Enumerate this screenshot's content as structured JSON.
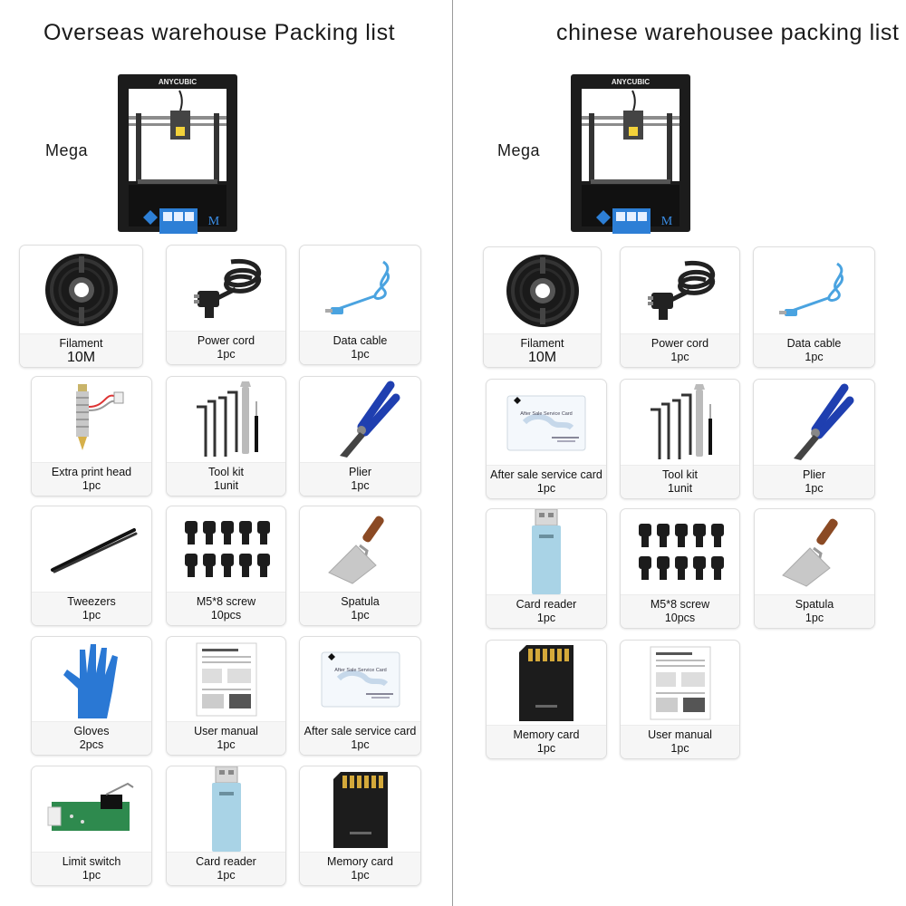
{
  "left": {
    "title": "Overseas warehouse Packing list",
    "model": "Mega",
    "brand": "ANYCUBIC",
    "logo_letter": "M",
    "items": [
      {
        "name": "Filament",
        "qty": "10M",
        "icon": "filament-spool-icon"
      },
      {
        "name": "Power cord",
        "qty": "1pc",
        "icon": "power-cord-icon"
      },
      {
        "name": "Data cable",
        "qty": "1pc",
        "icon": "usb-cable-icon"
      },
      {
        "name": "Extra print head",
        "qty": "1pc",
        "icon": "print-head-icon"
      },
      {
        "name": "Tool kit",
        "qty": "1unit",
        "icon": "tool-kit-icon"
      },
      {
        "name": "Plier",
        "qty": "1pc",
        "icon": "plier-icon"
      },
      {
        "name": "Tweezers",
        "qty": "1pc",
        "icon": "tweezers-icon"
      },
      {
        "name": "M5*8 screw",
        "qty": "10pcs",
        "icon": "screws-icon"
      },
      {
        "name": "Spatula",
        "qty": "1pc",
        "icon": "spatula-icon"
      },
      {
        "name": "Gloves",
        "qty": "2pcs",
        "icon": "glove-icon"
      },
      {
        "name": "User manual",
        "qty": "1pc",
        "icon": "manual-icon"
      },
      {
        "name": "After sale service card",
        "qty": "1pc",
        "icon": "service-card-icon"
      },
      {
        "name": "Limit switch",
        "qty": "1pc",
        "icon": "limit-switch-icon"
      },
      {
        "name": "Card reader",
        "qty": "1pc",
        "icon": "card-reader-icon"
      },
      {
        "name": "Memory card",
        "qty": "1pc",
        "icon": "memory-card-icon"
      }
    ]
  },
  "right": {
    "title": "chinese warehousee packing list",
    "model": "Mega",
    "brand": "ANYCUBIC",
    "logo_letter": "M",
    "items": [
      {
        "name": "Filament",
        "qty": "10M",
        "icon": "filament-spool-icon"
      },
      {
        "name": "Power cord",
        "qty": "1pc",
        "icon": "power-cord-icon"
      },
      {
        "name": "Data cable",
        "qty": "1pc",
        "icon": "usb-cable-icon"
      },
      {
        "name": "After sale service card",
        "qty": "1pc",
        "icon": "service-card-icon"
      },
      {
        "name": "Tool kit",
        "qty": "1unit",
        "icon": "tool-kit-icon"
      },
      {
        "name": "Plier",
        "qty": "1pc",
        "icon": "plier-icon"
      },
      {
        "name": "Card reader",
        "qty": "1pc",
        "icon": "card-reader-icon"
      },
      {
        "name": "M5*8 screw",
        "qty": "10pcs",
        "icon": "screws-icon"
      },
      {
        "name": "Spatula",
        "qty": "1pc",
        "icon": "spatula-icon"
      },
      {
        "name": "Memory card",
        "qty": "1pc",
        "icon": "memory-card-icon"
      },
      {
        "name": "User manual",
        "qty": "1pc",
        "icon": "manual-icon"
      }
    ]
  },
  "card_text": {
    "heading": "After Sale Service Card"
  },
  "colors": {
    "divider": "#9a9a9a",
    "caption_bg": "#f6f6f6",
    "frame": "#1b1b1b",
    "screen": "#2d7fd6",
    "plier_blue": "#1f3fb0",
    "glove": "#2a78d4",
    "usb_cable": "#4aa3e0",
    "card_reader": "#a9d3e6",
    "pcb": "#2e8a4e"
  }
}
